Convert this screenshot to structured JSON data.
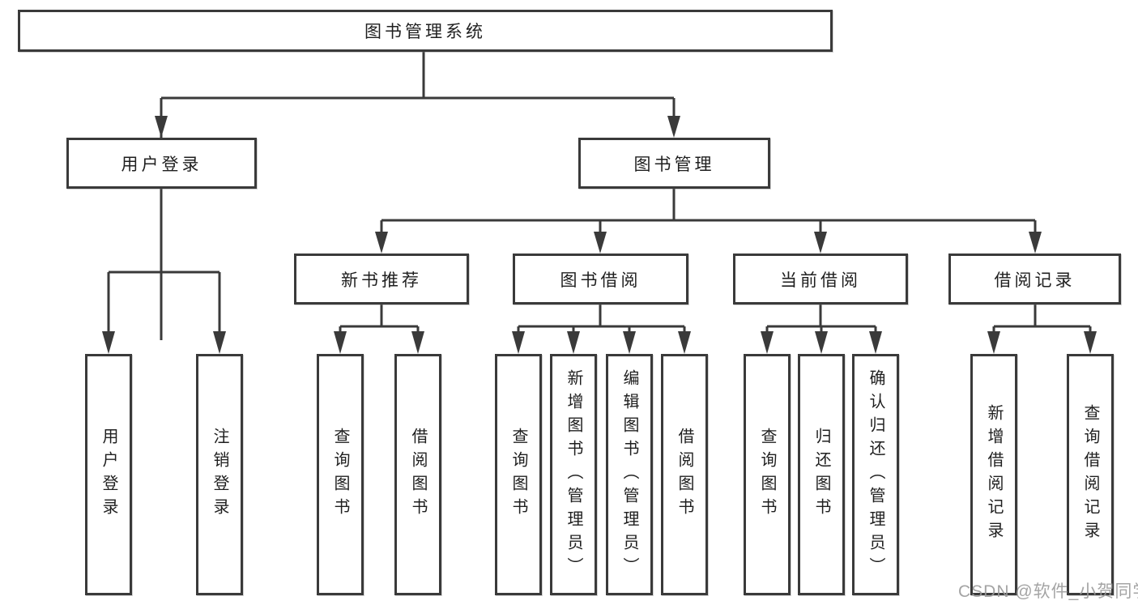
{
  "tree": {
    "root": {
      "label": "图书管理系统"
    },
    "branches": [
      {
        "label": "用户登录",
        "children": [
          "用户登录",
          "注销登录"
        ]
      },
      {
        "label": "图书管理",
        "groups": [
          {
            "label": "新书推荐",
            "children": [
              "查询图书",
              "借阅图书"
            ]
          },
          {
            "label": "图书借阅",
            "children": [
              "查询图书",
              "新增图书（管理员）",
              "编辑图书（管理员）",
              "借阅图书"
            ]
          },
          {
            "label": "当前借阅",
            "children": [
              "查询图书",
              "归还图书",
              "确认归还（管理员）"
            ]
          },
          {
            "label": "借阅记录",
            "children": [
              "新增借阅记录",
              "查询借阅记录"
            ]
          }
        ]
      }
    ]
  },
  "watermark": {
    "text": "CSDN @软件_小贺同学"
  },
  "colors": {
    "line": "#3a3a3a",
    "box_border": "#3a3a3a",
    "text": "#1f1f1f",
    "watermark": "#9a9a9a"
  }
}
